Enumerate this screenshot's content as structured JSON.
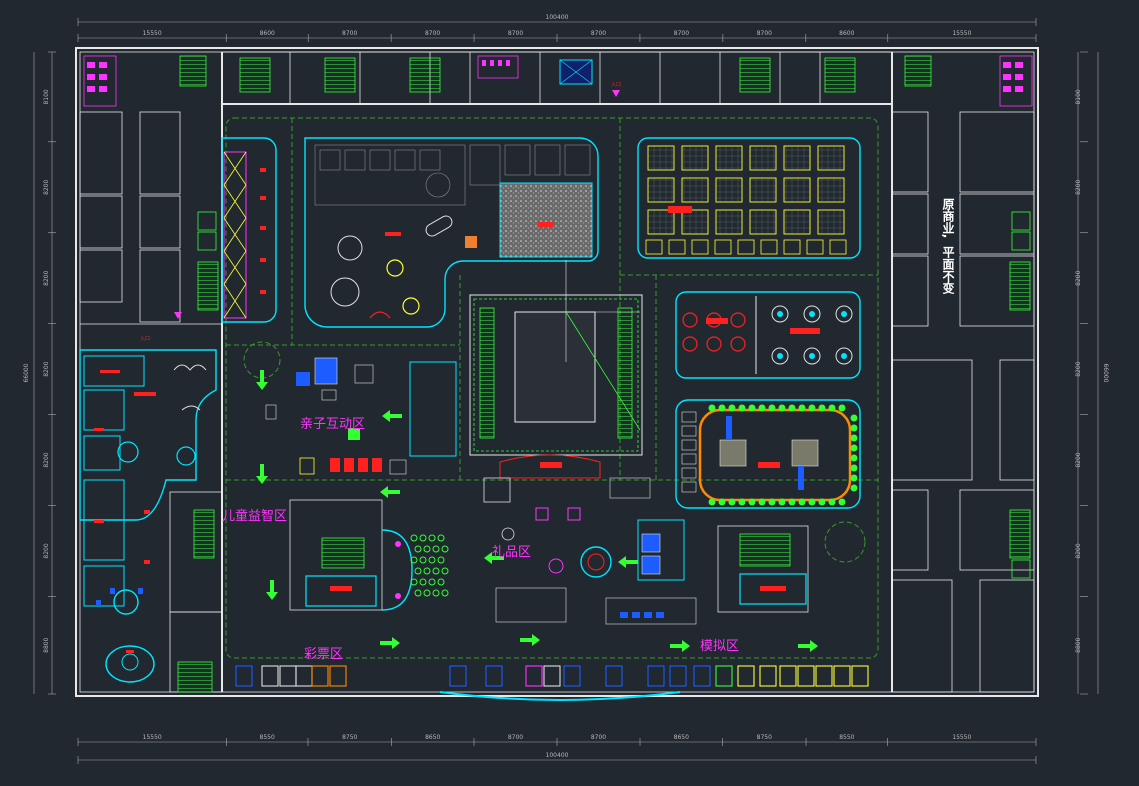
{
  "dimensions": {
    "total": "100400",
    "top_segments": [
      "15550",
      "8600",
      "8700",
      "8700",
      "8700",
      "8700",
      "8700",
      "8700",
      "8600",
      "15550"
    ],
    "bottom_segments": [
      "15550",
      "8550",
      "8750",
      "8650",
      "8700",
      "8700",
      "8650",
      "8750",
      "8550",
      "15550"
    ],
    "left_segments": [
      "8100",
      "8200",
      "8200",
      "8200",
      "8200",
      "8200",
      "8800"
    ],
    "right_segments": [
      "8100",
      "8200",
      "8200",
      "8200",
      "8200",
      "8200",
      "8800"
    ],
    "overall_height": "66000"
  },
  "zones": {
    "parent_child": "亲子互动区",
    "kids_puzzle": "儿童益智区",
    "gift": "礼品区",
    "lottery": "彩票区",
    "simulation": "模拟区"
  },
  "notes": {
    "retail_line1": "原商业,",
    "retail_line2": "平面不变"
  },
  "labels": {
    "entrance_top": "入口",
    "entrance_left": "入口"
  },
  "colors": {
    "background": "#212830",
    "wall": "#e8e8e8",
    "cyan": "#00e5ff",
    "green": "#33ff33",
    "yellow": "#ffff33",
    "magenta": "#ff33ff",
    "red": "#ff2020",
    "dashed_path": "#3a9a2a"
  }
}
